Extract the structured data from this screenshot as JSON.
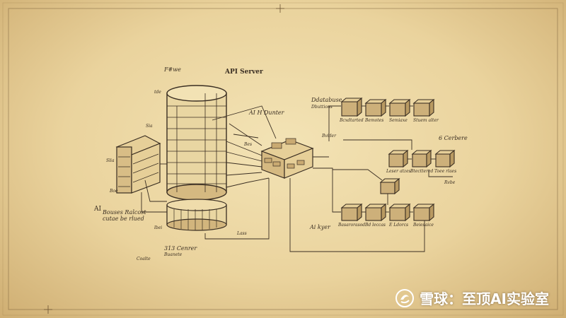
{
  "colors": {
    "paper": "#ead39d",
    "ink": "#3a2e22",
    "watermark_text": "#ffffff"
  },
  "labels": {
    "top_small": "F#we",
    "api_server": "API Server",
    "ai_dunter": "AI H Dunter",
    "ddatabase": "Ddatabuse",
    "ddatabase_sub": "Dbuttions",
    "g_server": "6 Cerbere",
    "ai_left": "AI",
    "ai_left_sub1": "Bouses Ralcost",
    "ai_left_sub2": "cutae be rlued",
    "ai_layer": "Ai kyer",
    "bottom_label": "313 Cenrer",
    "bottom_label_sub": "Buanete",
    "bottom_tiny": "Coalte",
    "rack_tag1": "Sia",
    "rack_tag2": "Slia",
    "col_tag1": "tde",
    "col_tag2": "lbei",
    "col_tag3": "Bes",
    "conn_tag": "Lass",
    "zero": "Boe",
    "rail": "Bvider",
    "right_tag": "Rvbe",
    "node_labels": {
      "top_row": [
        "Bcxdtarted",
        "Bemotes",
        "Semiaxe",
        "Stuem alter"
      ],
      "mid_row": [
        "Leser atzes",
        "Btecttered",
        "Toee rlaes"
      ],
      "bottom_row": [
        "Basarorasod",
        "Bd leccas",
        "E Ldorcs",
        "Beiesaice"
      ]
    }
  },
  "watermark": {
    "text": "雪球：至顶AI实验室",
    "icon": "snowball-logo-icon"
  }
}
